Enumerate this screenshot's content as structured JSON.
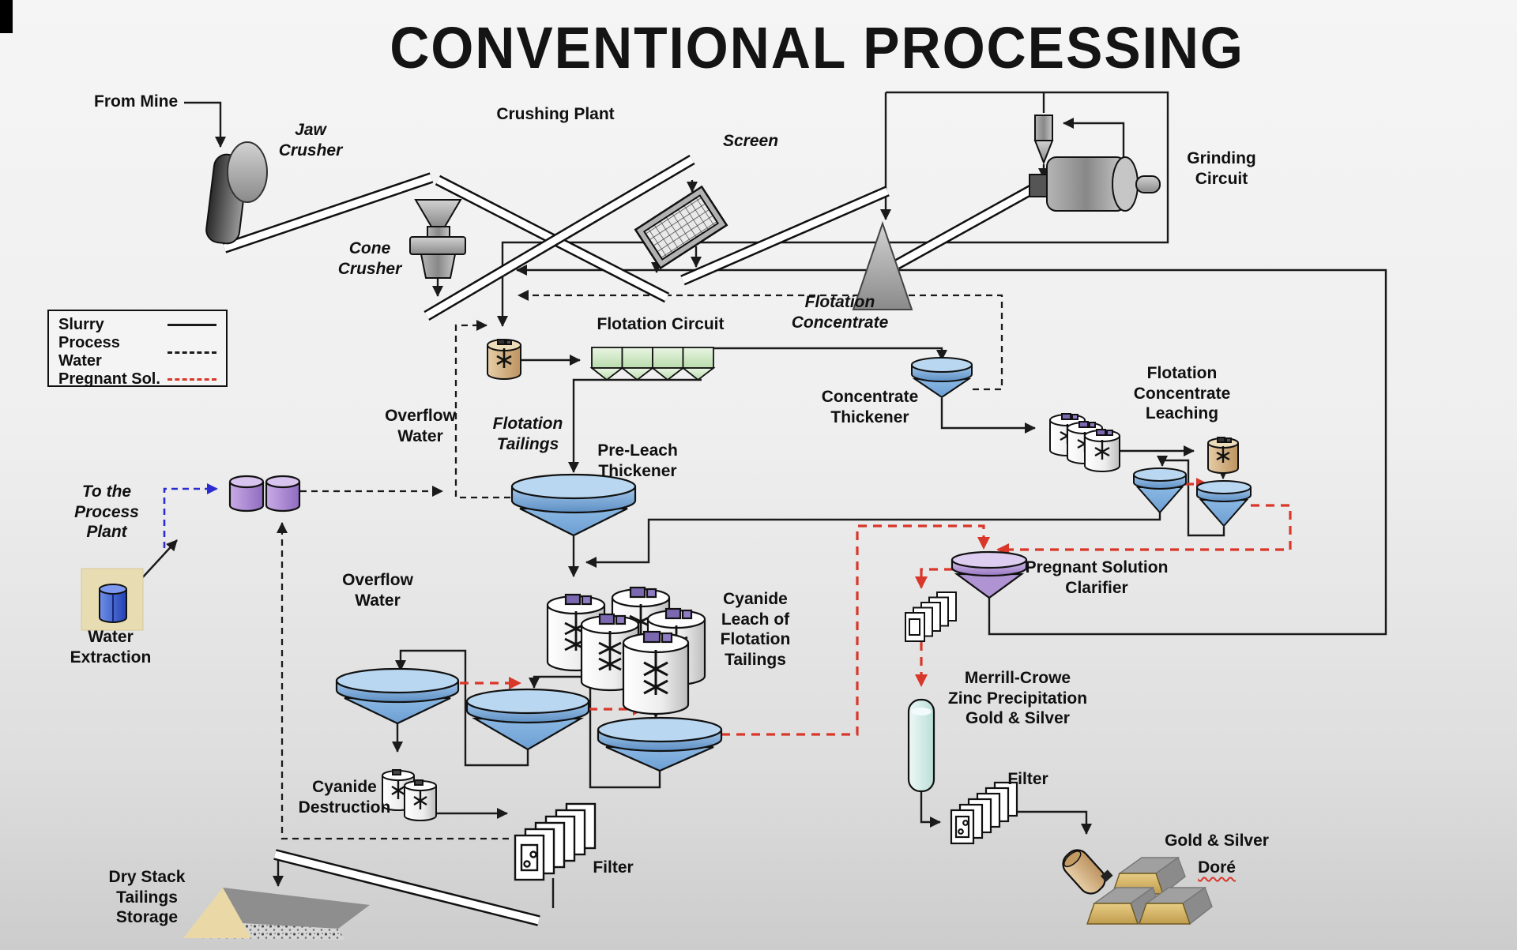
{
  "title": "CONVENTIONAL PROCESSING",
  "legend": {
    "items": [
      {
        "label": "Slurry",
        "style": "solid"
      },
      {
        "label": "Process Water",
        "style": "dashed"
      },
      {
        "label": "Pregnant Sol.",
        "style": "red-dashed"
      }
    ]
  },
  "labels": {
    "from_mine": "From Mine",
    "jaw_crusher": "Jaw\nCrusher",
    "crushing_plant": "Crushing Plant",
    "cone_crusher": "Cone\nCrusher",
    "screen": "Screen",
    "grinding_circuit": "Grinding\nCircuit",
    "flotation_circuit": "Flotation Circuit",
    "flotation_concentrate": "Flotation\nConcentrate",
    "concentrate_thickener": "Concentrate\nThickener",
    "flotation_concentrate_leaching": "Flotation\nConcentrate\nLeaching",
    "overflow_water_1": "Overflow\nWater",
    "flotation_tailings": "Flotation\nTailings",
    "pre_leach_thickener": "Pre-Leach\nThickener",
    "to_the_process_plant": "To the\nProcess\nPlant",
    "water_extraction": "Water\nExtraction",
    "overflow_water_2": "Overflow\nWater",
    "cyanide_leach_of_flotation_tailings": "Cyanide\nLeach of\nFlotation\nTailings",
    "pregnant_solution_clarifier": "Pregnant Solution\nClarifier",
    "merrill_crowe": "Merrill-Crowe\nZinc Precipitation\nGold & Silver",
    "cyanide_destruction": "Cyanide\nDestruction",
    "filter_1": "Filter",
    "filter_2": "Filter",
    "dry_stack_tailings_storage": "Dry Stack\nTailings\nStorage",
    "gold_silver": "Gold & Silver",
    "dore": "Doré"
  },
  "colors": {
    "slurry_line": "#1a1a1a",
    "process_water_line": "#1a1a1a",
    "pregnant_solution_line": "#d9372a",
    "fresh_water_line": "#2b2bd0",
    "flotation_cell_green": "#cde6c2",
    "thickener_blue": "#7fb2dd",
    "clarifier_purple": "#c0a8dc",
    "water_tank_purple": "#b191d6",
    "conditioner_tan": "#d9b78a",
    "merrill_crowe_column": "#d9efec",
    "gold_bar": "#d8ba6e"
  }
}
